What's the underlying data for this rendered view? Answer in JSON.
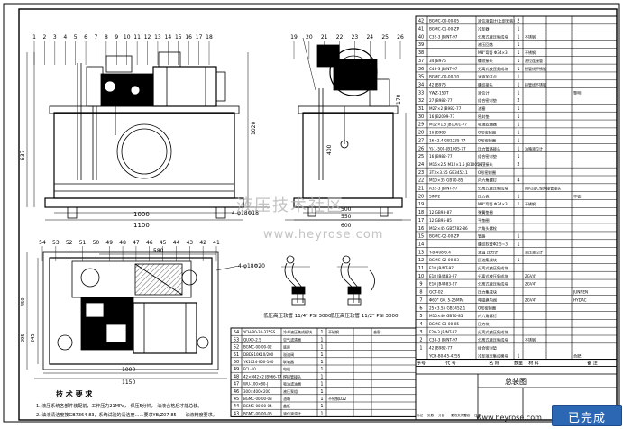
{
  "watermark": {
    "cn": "液压技术社区",
    "url": "www.heyrose.com"
  },
  "footer_url": "www.heyrose.com",
  "badge": "已完成",
  "balloons_front": [
    "1",
    "2",
    "3",
    "4",
    "5",
    "6",
    "7",
    "8",
    "9",
    "10",
    "11",
    "12",
    "13",
    "14",
    "15",
    "16",
    "17",
    "18"
  ],
  "balloons_side": [
    "19",
    "20",
    "21",
    "22",
    "23",
    "24",
    "25",
    "26"
  ],
  "balloons_top": [
    "54",
    "53",
    "52",
    "51",
    "50",
    "49",
    "48",
    "47",
    "46",
    "45",
    "44",
    "43",
    "42",
    "41"
  ],
  "dims": {
    "front_width_1000": "1000",
    "front_width_1100": "1100",
    "front_height": "637",
    "front_height2": "1020",
    "hole_callout": "4-φ18Φ18",
    "side_500": "500",
    "side_550": "550",
    "side_600": "600",
    "side_400": "400",
    "side_170": "170",
    "top_1000": "1000",
    "top_1150": "1150",
    "top_580": "580",
    "top_245": "245",
    "top_295": "295",
    "top_450": "450",
    "top_callout": "4-φ18Φ20"
  },
  "detail_labels": {
    "left": "低压高压软管 11/4\" PSI 3000",
    "right": "低压高压软管 11/2\" PSI 3000"
  },
  "tech_req": {
    "title": "技 术 要 求",
    "lines": [
      "1. 液压系统各部件装配前，工作压力21MPa，  保压5分钟，  油液合格后才能总装。",
      "2. 油液清洁度按GB7364-83，系统试验的清洁度……要求YB/Z07-85——油液精度要求。"
    ]
  },
  "right_table": {
    "rows": [
      {
        "no": "42",
        "code": "BGMC-00-00-05",
        "name": "液位液温计(上部安装)",
        "qty": "2",
        "note": "",
        "extra": ""
      },
      {
        "no": "41",
        "code": "BGMC-01-00-ZP",
        "name": "冷却器",
        "qty": "1",
        "note": "",
        "extra": ""
      },
      {
        "no": "40",
        "code": "C32-3 JB/NT-97",
        "name": "分离式液压集成块",
        "qty": "1",
        "note": "不锈钢",
        "extra": ""
      },
      {
        "no": "39",
        "code": "",
        "name": "液压回路",
        "qty": "1",
        "note": "",
        "extra": ""
      },
      {
        "no": "38",
        "code": "",
        "name": "M8\"弯管 Φ34×3",
        "qty": "1",
        "note": "不锈钢",
        "extra": ""
      },
      {
        "no": "37",
        "code": "34 JB976",
        "name": "螺纹接头",
        "qty": "1",
        "note": "液位连接管",
        "extra": ""
      },
      {
        "no": "36",
        "code": "C48-3 JB/NT-97",
        "name": "分离式液压集成块",
        "qty": "1",
        "note": "接管线不锈钢",
        "extra": ""
      },
      {
        "no": "35",
        "code": "BGMC-00-00-10",
        "name": "油液加注点",
        "qty": "1",
        "note": "",
        "extra": ""
      },
      {
        "no": "34",
        "code": "42 JB976",
        "name": "螺纹接头",
        "qty": "1",
        "note": "接管线不锈钢",
        "extra": ""
      },
      {
        "no": "33",
        "code": "YWZ-150T",
        "name": "液位计",
        "qty": "1",
        "note": "",
        "extra": "黎明"
      },
      {
        "no": "32",
        "code": "27 JB982-77",
        "name": "组合密封垫",
        "qty": "2",
        "note": "",
        "extra": ""
      },
      {
        "no": "31",
        "code": "M27×2 JB982-77",
        "name": "油塞",
        "qty": "1",
        "note": "",
        "extra": ""
      },
      {
        "no": "30",
        "code": "16 JB2099-77",
        "name": "密封垫",
        "qty": "1",
        "note": "",
        "extra": ""
      },
      {
        "no": "29",
        "code": "M12×1.5 JB1001-77",
        "name": "吸油滤油器",
        "qty": "1",
        "note": "",
        "extra": ""
      },
      {
        "no": "28",
        "code": "16 JB983",
        "name": "O形密封圈",
        "qty": "1",
        "note": "",
        "extra": ""
      },
      {
        "no": "27",
        "code": "16×2.4 GB1235-77",
        "name": "O形密封圈",
        "qty": "1",
        "note": "",
        "extra": ""
      },
      {
        "no": "26",
        "code": "YJ-1-500-JB1005-77",
        "name": "压力管路接头",
        "qty": "1",
        "note": "油箱液位计",
        "extra": ""
      },
      {
        "no": "25",
        "code": "16 JB982-77",
        "name": "组合密封垫",
        "qty": "1",
        "note": "",
        "extra": ""
      },
      {
        "no": "24",
        "code": "M16×2.5 M12×1.5 JB1005-77",
        "name": "测压接头",
        "qty": "2",
        "note": "",
        "extra": ""
      },
      {
        "no": "23",
        "code": "3T3×3.55 GB3452.1",
        "name": "O形密封圈",
        "qty": "",
        "note": "",
        "extra": ""
      },
      {
        "no": "22",
        "code": "M10×35 GB70-85",
        "name": "内六角螺钉",
        "qty": "4",
        "note": "",
        "extra": ""
      },
      {
        "no": "21",
        "code": "A32-3 JB/NT-97",
        "name": "分离式液压集成块",
        "qty": "",
        "note": "用A1或C型焊接管接头",
        "extra": ""
      },
      {
        "no": "20",
        "code": "SINP2",
        "name": "压力表",
        "qty": "1",
        "note": "",
        "extra": "华德"
      },
      {
        "no": "19",
        "code": "",
        "name": "M8\"弯管 Φ34×3",
        "qty": "1",
        "note": "不锈钢",
        "extra": ""
      },
      {
        "no": "18",
        "code": "12 GB93-87",
        "name": "弹簧垫圈",
        "qty": "",
        "note": "",
        "extra": ""
      },
      {
        "no": "17",
        "code": "12 GB95-85",
        "name": "平垫圈",
        "qty": "",
        "note": "",
        "extra": ""
      },
      {
        "no": "16",
        "code": "M12×45 GB5782-86",
        "name": "六角头螺栓",
        "qty": "",
        "note": "",
        "extra": ""
      },
      {
        "no": "15",
        "code": "BGMC-02-00-ZP",
        "name": "管路",
        "qty": "1",
        "note": "",
        "extra": ""
      },
      {
        "no": "14",
        "code": "",
        "name": "螺纹软管Φ2.5~3",
        "qty": "1",
        "note": "",
        "extra": ""
      },
      {
        "no": "13",
        "code": "Y-B-408-6.4",
        "name": "油温 压力计",
        "qty": "",
        "note": "液压液位计",
        "extra": ""
      },
      {
        "no": "12",
        "code": "BGMC-02-00-03",
        "name": "回油集成块",
        "qty": "1",
        "note": "",
        "extra": ""
      },
      {
        "no": "11",
        "code": "E18 JB/NT-97",
        "name": "分离式液压集成块",
        "qty": "",
        "note": "",
        "extra": ""
      },
      {
        "no": "10",
        "code": "E18 JB4483-97",
        "name": "分离式液压集成块",
        "qty": "",
        "note": "ZGV4\"",
        "extra": ""
      },
      {
        "no": "9",
        "code": "E10 JB4483-97",
        "name": "分离式液压集成块",
        "qty": "",
        "note": "ZGV4\"",
        "extra": ""
      },
      {
        "no": "8",
        "code": "GCT-02",
        "name": "压力集成块",
        "qty": "",
        "note": "",
        "extra": "JUNREN"
      },
      {
        "no": "7",
        "code": "Φ60\" G0. 5-25MPa",
        "name": "电磁换向阀",
        "qty": "",
        "note": "ZGV4\"",
        "extra": "HYDAC"
      },
      {
        "no": "6",
        "code": "25×3.55 GB3452.1",
        "name": "O形密封圈",
        "qty": "",
        "note": "",
        "extra": ""
      },
      {
        "no": "5",
        "code": "M10×40 GB70-85",
        "name": "内六角螺钉",
        "qty": "",
        "note": "",
        "extra": ""
      },
      {
        "no": "4",
        "code": "BGMC-03-00-05",
        "name": "压力块",
        "qty": "",
        "note": "",
        "extra": ""
      },
      {
        "no": "3",
        "code": "F20-3 JB/NT-97",
        "name": "分离式液压集成块",
        "qty": "",
        "note": "",
        "extra": ""
      },
      {
        "no": "2",
        "code": "C38-3 JB/NT-97",
        "name": "分离式液压集成块",
        "qty": "",
        "note": "不锈钢",
        "extra": ""
      },
      {
        "no": "1",
        "code": "42 JB982-77",
        "name": "组合密封垫",
        "qty": "",
        "note": "",
        "extra": ""
      }
    ],
    "last_row": {
      "code": "YCH-B0-45-425S",
      "name": "冷却液压集成模块",
      "qty": "1",
      "note": "",
      "extra": "合肥"
    },
    "header": [
      "序号",
      "代 号",
      "名 称",
      "数量",
      "材 料",
      "备 注"
    ],
    "title": "总装图",
    "title_labels": [
      "标记",
      "处数",
      "分区",
      "更改文件号",
      "签名",
      "日期"
    ]
  },
  "left_table": {
    "rows": [
      {
        "no": "54",
        "code": "YCH-B0-30-375SS",
        "name": "冷却液压集成模块",
        "qty": "1",
        "note": "不锈钢",
        "extra": "合肥"
      },
      {
        "no": "53",
        "code": "QUXO-2.5",
        "name": "空气滤清器",
        "qty": "1",
        "note": "",
        "extra": ""
      },
      {
        "no": "52",
        "code": "BGMC-00-00-02",
        "name": "底座",
        "qty": "1",
        "note": "",
        "extra": ""
      },
      {
        "no": "51",
        "code": "DBDS10K10/200",
        "name": "溢流阀",
        "qty": "1",
        "note": "",
        "extra": ""
      },
      {
        "no": "50",
        "code": "YK1024-050-100",
        "name": "联轴器",
        "qty": "1",
        "note": "",
        "extra": ""
      },
      {
        "no": "49",
        "code": "FCL-10",
        "name": "电机",
        "qty": "1",
        "note": "",
        "extra": ""
      },
      {
        "no": "48",
        "code": "42×M42×2 JB966-77",
        "name": "焊接管接头",
        "qty": "1",
        "note": "",
        "extra": ""
      },
      {
        "no": "47",
        "code": "WU-100×80-J",
        "name": "吸油滤油器",
        "qty": "1",
        "note": "",
        "extra": ""
      },
      {
        "no": "46",
        "code": "300×400×200",
        "name": "液压泵组",
        "qty": "1",
        "note": "",
        "extra": ""
      },
      {
        "no": "45",
        "code": "BGMC-00-00-03",
        "name": "油箱",
        "qty": "1",
        "note": "不锈钢D22",
        "extra": ""
      },
      {
        "no": "44",
        "code": "BGMC-00-00-04",
        "name": "盖板",
        "qty": "1",
        "note": "",
        "extra": ""
      },
      {
        "no": "43",
        "code": "BGMC-00-00-06",
        "name": "液位液温计",
        "qty": "1",
        "note": "",
        "extra": ""
      }
    ]
  }
}
